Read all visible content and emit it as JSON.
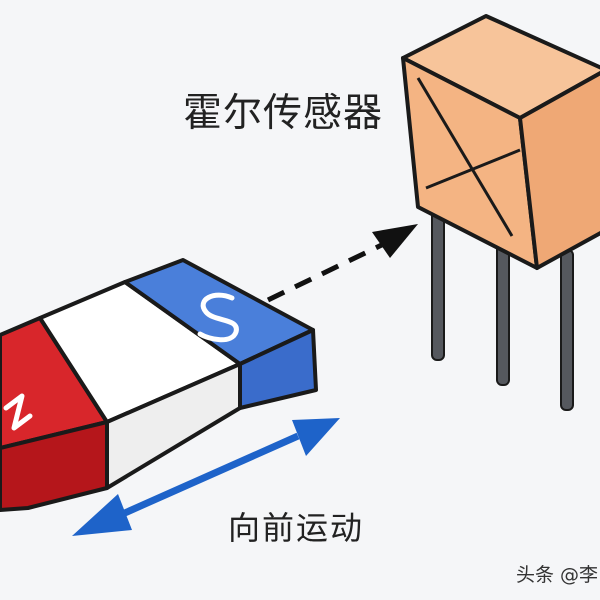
{
  "labels": {
    "sensor": "霍尔传感器",
    "motion": "向前运动"
  },
  "magnet": {
    "north_letter": "N",
    "south_letter": "S"
  },
  "watermark": "头条 @李",
  "colors": {
    "background": "#f5f6f8",
    "north_pole": "#c41a1f",
    "south_pole": "#3e75d4",
    "magnet_middle": "#f2f2f2",
    "sensor_body": "#f4b483",
    "arrow_blue": "#1e63c9",
    "outline": "#1a1a1a"
  }
}
